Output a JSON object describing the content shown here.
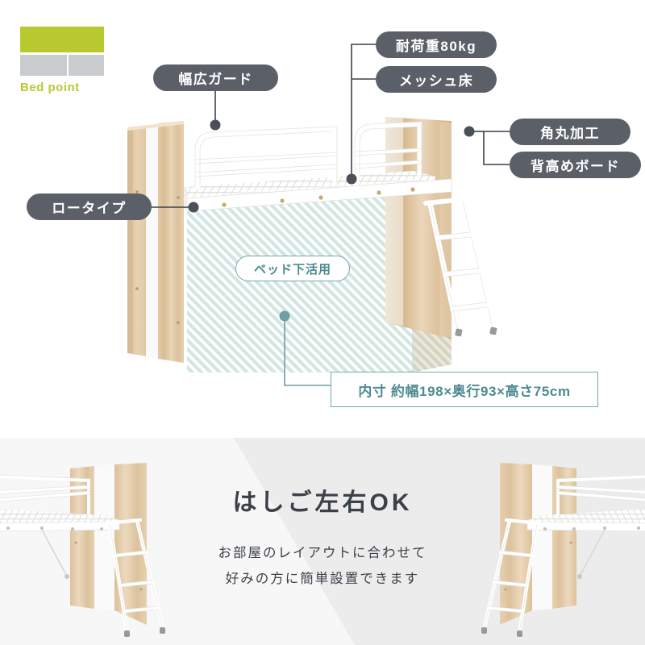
{
  "brand": {
    "name": "Bed point",
    "bar_color": "#b8c930",
    "sub_bar_color": "#c9ccce"
  },
  "top_section": {
    "labels": [
      {
        "id": "wide-guard",
        "text": "幅広ガード",
        "style": "dark"
      },
      {
        "id": "load",
        "text": "耐荷重80kg",
        "style": "dark"
      },
      {
        "id": "mesh",
        "text": "メッシュ床",
        "style": "dark"
      },
      {
        "id": "rounded",
        "text": "角丸加工",
        "style": "dark"
      },
      {
        "id": "tall-board",
        "text": "背高めボード",
        "style": "dark"
      },
      {
        "id": "low-type",
        "text": "ロータイプ",
        "style": "dark"
      },
      {
        "id": "under-bed",
        "text": "ベッド下活用",
        "style": "mint"
      }
    ],
    "dimension": "内寸 約幅198×奥行93×高さ75cm",
    "pill_color": "#5a5f68",
    "mint_color": "#4d8a90",
    "mint_border": "#76aaae",
    "underbed_fill": "#d9e8e4"
  },
  "bottom_section": {
    "heading": "はしご左右OK",
    "subtitle_line1": "お部屋のレイアウトに合わせて",
    "subtitle_line2": "好みの方に簡単設置できます",
    "background": "#f6f6f6",
    "text_color": "#3c4149"
  }
}
